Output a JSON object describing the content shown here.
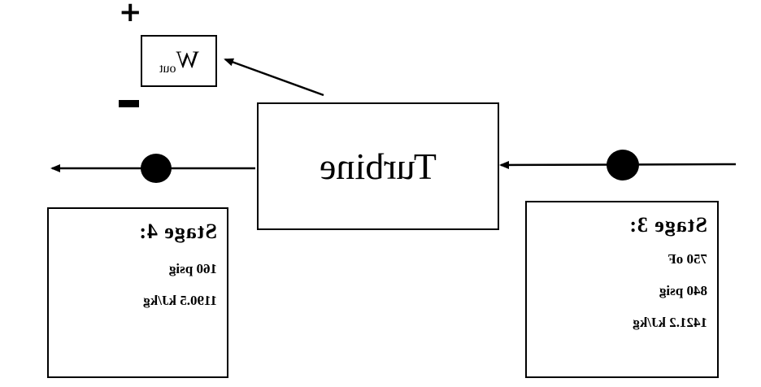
{
  "turbine": {
    "label": "Turbine"
  },
  "work": {
    "label": "W",
    "subscript": "out",
    "plus_sign": "+",
    "minus_sign": "−"
  },
  "stage3": {
    "title": "Stage 3:",
    "temperature": "750 oF",
    "pressure": "840 psig",
    "enthalpy": "1421.2 kJ/kg"
  },
  "stage4": {
    "title": "Stage 4:",
    "pressure": "160 psig",
    "enthalpy": "1190.5 kJ/kg"
  },
  "colors": {
    "stroke": "#000000",
    "background": "#ffffff"
  }
}
